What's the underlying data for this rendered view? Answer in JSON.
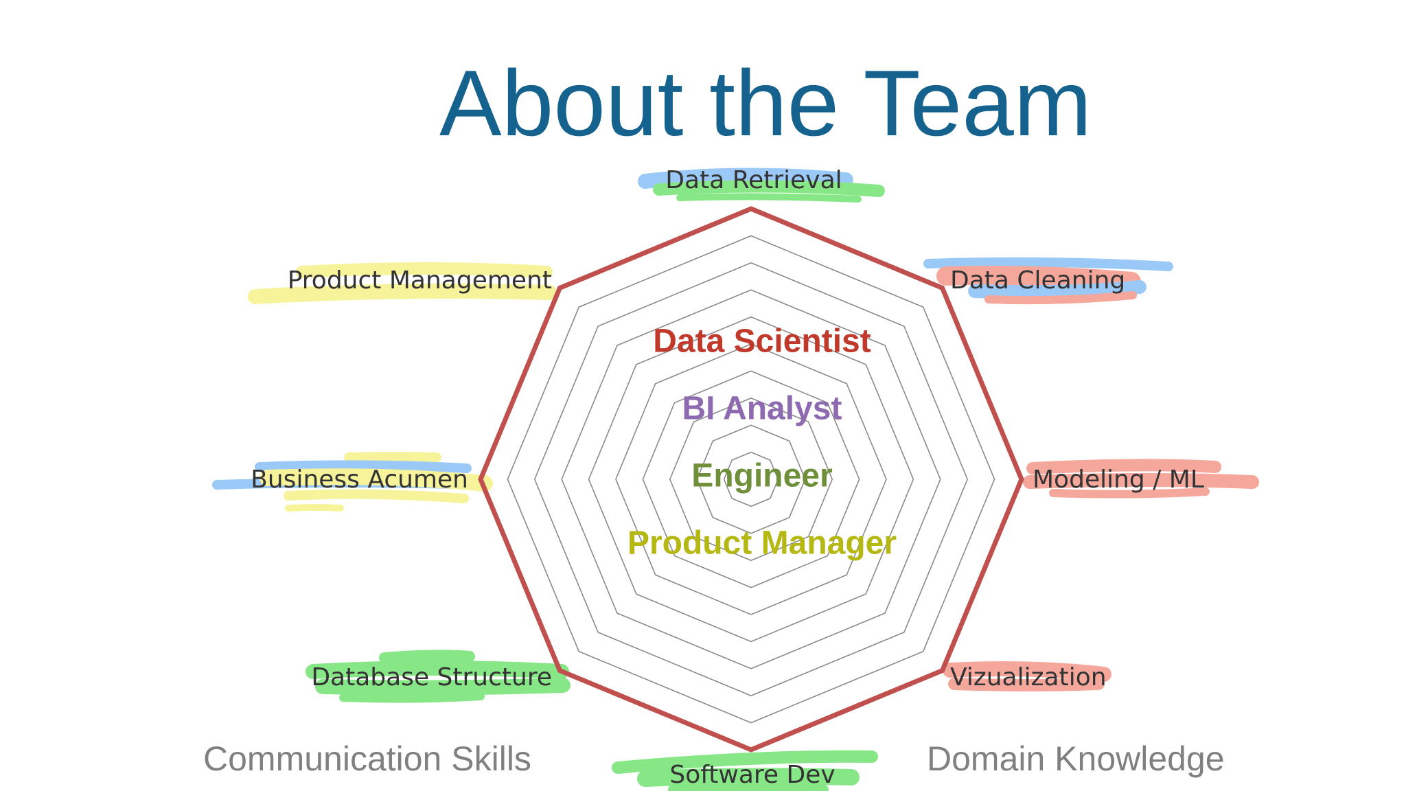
{
  "slide": {
    "title": "About the Team",
    "footer_left": "Communication Skills",
    "footer_right": "Domain Knowledge"
  },
  "diagram": {
    "axes": [
      "Data Retrieval",
      "Data Cleaning",
      "Modeling / ML",
      "Vizualization",
      "Software Dev",
      "Database Structure",
      "Business Acumen",
      "Product Management"
    ],
    "roles": [
      {
        "name": "Data Scientist",
        "color": "#c0392b"
      },
      {
        "name": "BI Analyst",
        "color": "#8e6bb0"
      },
      {
        "name": "Engineer",
        "color": "#6f8f3a"
      },
      {
        "name": "Product Manager",
        "color": "#b5b812"
      }
    ],
    "outline_color": "#c0504d",
    "highlight_colors": {
      "blue": "#7ab8f5",
      "green": "#5fe05f",
      "red": "#f28a7a",
      "yellow": "#f5f07a"
    }
  }
}
